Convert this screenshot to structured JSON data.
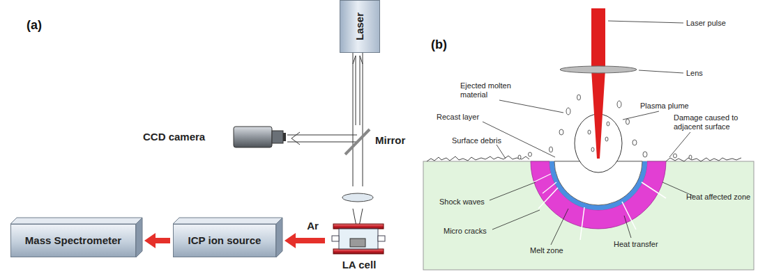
{
  "diagram": {
    "nodes": [
      {
        "text": [
          "Laser"
        ]
      },
      {
        "text": [
          "CCD camera"
        ]
      },
      {
        "text": [
          "Mass Spectrometer"
        ]
      },
      {
        "text": [
          "ICP ion source"
        ]
      },
      {
        "text": [
          "LA cell"
        ]
      }
    ],
    "edges": [
      {
        "from": 4,
        "to": 3,
        "label": "Ar",
        "arrow": "to"
      },
      {
        "from": 3,
        "to": 2,
        "arrow": "to"
      }
    ],
    "labels": [
      "(a)",
      "Mirror",
      "(b)",
      "Laser pulse",
      "Lens",
      "Ejected molten material",
      "Plasma plume",
      "Recast layer",
      "Surface debris",
      "Damage caused to adjacent surface",
      "Shock waves",
      "Micro cracks",
      "Melt zone",
      "Heat transfer",
      "Heat affected zone"
    ]
  }
}
